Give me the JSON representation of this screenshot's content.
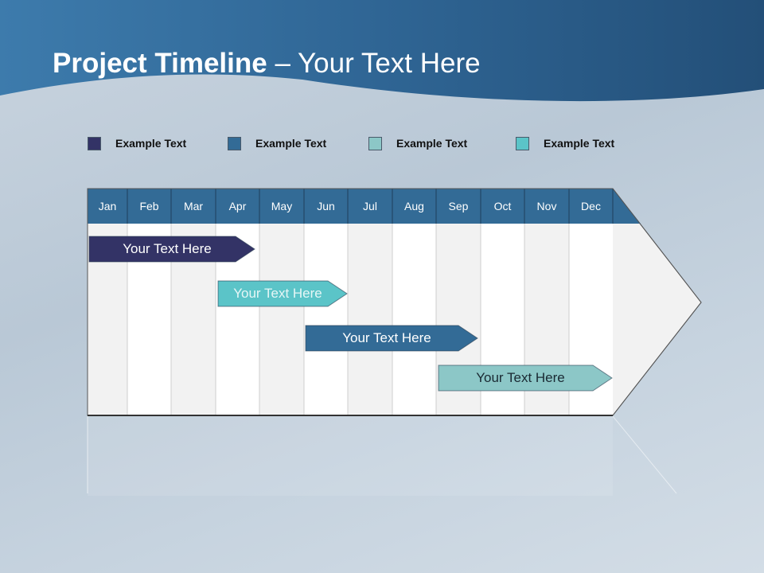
{
  "title": {
    "bold": "Project Timeline",
    "rest": " – Your Text Here"
  },
  "legend": [
    {
      "label": "Example Text",
      "color": "#333366"
    },
    {
      "label": "Example Text",
      "color": "#336b96"
    },
    {
      "label": "Example Text",
      "color": "#8cc7c7"
    },
    {
      "label": "Example Text",
      "color": "#5bc4c8"
    }
  ],
  "months": [
    "Jan",
    "Feb",
    "Mar",
    "Apr",
    "May",
    "Jun",
    "Jul",
    "Aug",
    "Sep",
    "Oct",
    "Nov",
    "Dec"
  ],
  "tasks": [
    {
      "label": "Your  Text Here",
      "start": "Jan",
      "end": "Apr",
      "color": "#333366",
      "text_color": "#ffffff"
    },
    {
      "label": "Your  Text Here",
      "start": "Apr",
      "end": "Jun",
      "color": "#5bc4c8",
      "text_color": "#e6f6f6"
    },
    {
      "label": "Your  Text Here",
      "start": "Jun",
      "end": "Sep",
      "color": "#336b96",
      "text_color": "#ffffff"
    },
    {
      "label": "Your  Text Here",
      "start": "Sep",
      "end": "Dec",
      "color": "#8cc7c7",
      "text_color": "#1a2a33"
    }
  ],
  "colors": {
    "header_band": "#2e5f8c",
    "month_header": "#336b96"
  }
}
